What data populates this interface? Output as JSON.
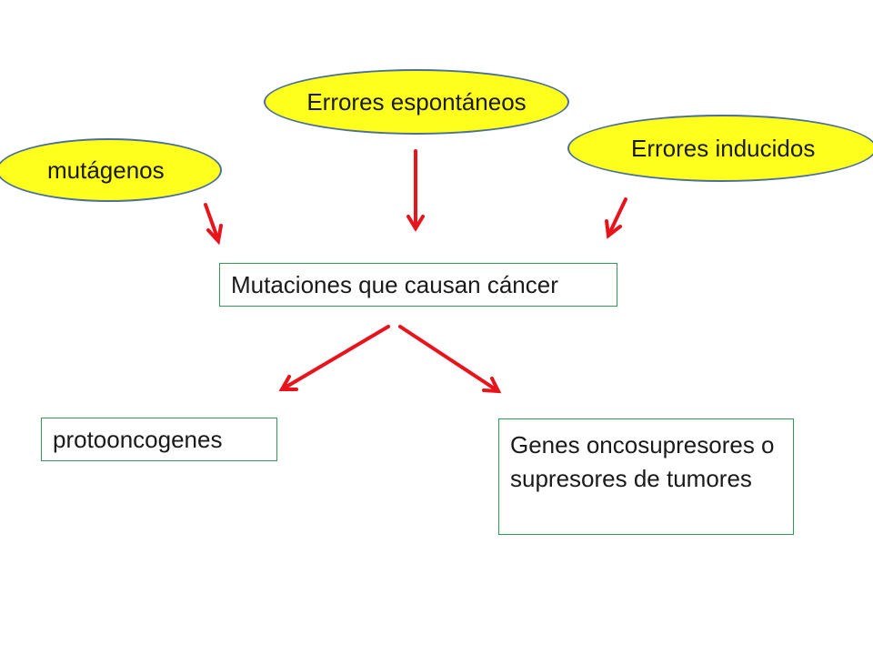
{
  "diagram": {
    "sources": {
      "mutagenos": "mutágenos",
      "errores_espontaneos": "Errores espontáneos",
      "errores_inducidos": "Errores inducidos"
    },
    "center": "Mutaciones que causan cáncer",
    "outputs": {
      "protooncogenes": "protooncogenes",
      "oncosupresores": "Genes oncosupresores o supresores de tumores"
    },
    "colors": {
      "ellipse_fill": "#ffff1e",
      "ellipse_border": "#4a6f9c",
      "box_border": "#2e9b57",
      "arrow": "#e8131b"
    }
  }
}
